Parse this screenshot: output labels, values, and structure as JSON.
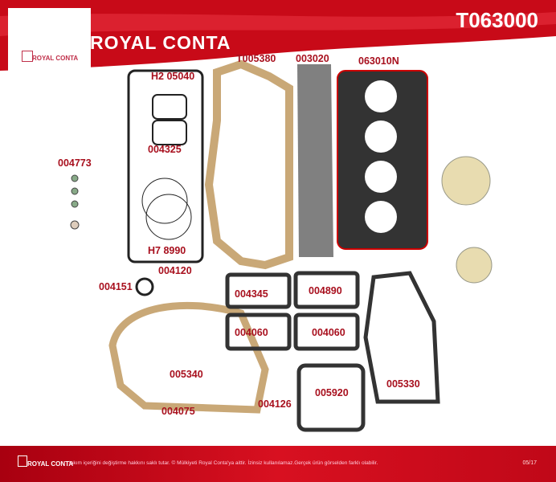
{
  "header": {
    "product_code": "T063000",
    "brand": "ROYAL CONTA",
    "logo_text": "ROYAL CONTA"
  },
  "parts": [
    {
      "code": "H2 05040"
    },
    {
      "code": "T005380"
    },
    {
      "code": "003020"
    },
    {
      "code": "063010N"
    },
    {
      "code": "004773"
    },
    {
      "code": "004325"
    },
    {
      "code": "H7 8990"
    },
    {
      "code": "004120"
    },
    {
      "code": "004151"
    },
    {
      "code": "004345"
    },
    {
      "code": "004890"
    },
    {
      "code": "004060"
    },
    {
      "code": "004060"
    },
    {
      "code": "005340"
    },
    {
      "code": "005920"
    },
    {
      "code": "005330"
    },
    {
      "code": "004126"
    },
    {
      "code": "004075"
    }
  ],
  "footer": {
    "brand": "ROYAL CONTA",
    "notice": "takım içeriğini değiştirme hakkını saklı tutar. © Mülkiyeti Royal Conta'ya aittir. İzinsiz kullanılamaz.Gerçek ürün görselden farklı olabilir.",
    "date": "05/17"
  },
  "colors": {
    "brand_red": "#d01020",
    "label": "#a8101e"
  }
}
